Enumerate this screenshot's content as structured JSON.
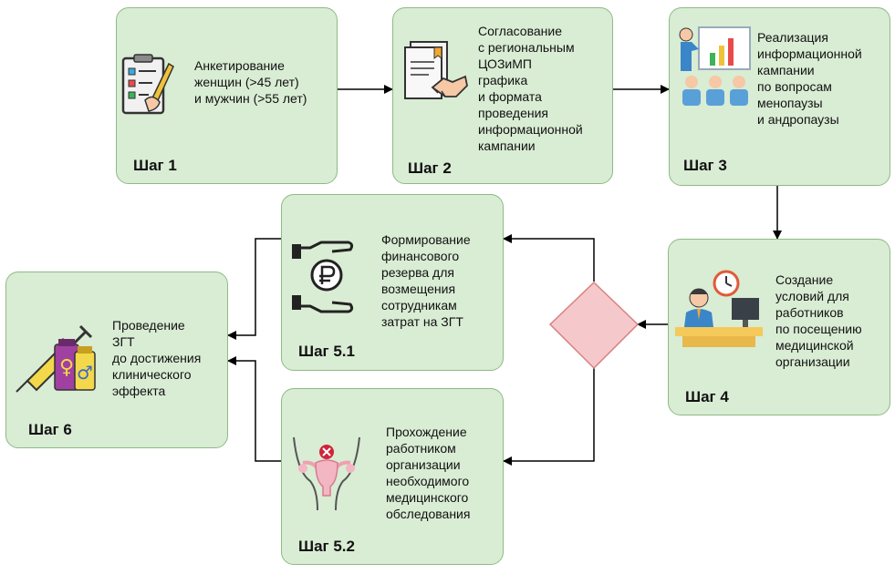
{
  "steps": {
    "s1": {
      "label": "Шаг 1",
      "text": "Анкетирование\nженщин (>45 лет)\nи мужчин (>55 лет)",
      "icon": "questionnaire-icon"
    },
    "s2": {
      "label": "Шаг 2",
      "text": "Согласование\nс региональным\nЦОЗиМП\nграфика\nи формата\nпроведения\nинформационной\nкампании",
      "icon": "agreement-handshake-icon"
    },
    "s3": {
      "label": "Шаг 3",
      "text": "Реализация\nинформационной\nкампании\nпо вопросам\nменопаузы\nи андропаузы",
      "icon": "presentation-icon"
    },
    "s4": {
      "label": "Шаг 4",
      "text": "Создание\nусловий для\nработников\nпо посещению\nмедицинской\nорганизации",
      "icon": "office-worker-clock-icon"
    },
    "s51": {
      "label": "Шаг 5.1",
      "text": "Формирование\nфинансового\nрезерва для\nвозмещения\nсотрудникам\nзатрат на ЗГТ",
      "icon": "ruble-hands-icon"
    },
    "s52": {
      "label": "Шаг 5.2",
      "text": "Прохождение\nработником\nорганизации\nнеобходимого\nмедицинского\nобследования",
      "icon": "uterus-icon"
    },
    "s6": {
      "label": "Шаг 6",
      "text": "Проведение\nЗГТ\nдо достижения\nклинического\nэффекта",
      "icon": "syringe-vials-icon"
    }
  },
  "colors": {
    "box_fill": "#d9ecd4",
    "box_border": "#8dbb84",
    "diamond_fill": "#f5c9cb",
    "diamond_border": "#d98080",
    "arrow": "#000000"
  }
}
